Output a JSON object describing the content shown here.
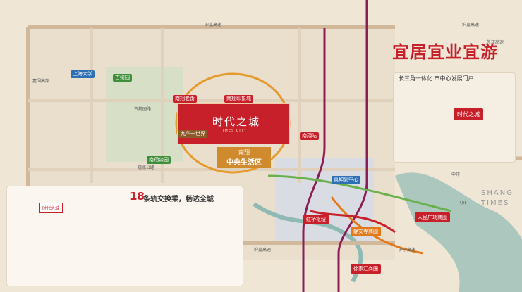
{
  "center": {
    "name": "时代之城",
    "sub": "TIMES CITY"
  },
  "zone": {
    "line1": "南翔",
    "line2": "中央生活区"
  },
  "slogan": "宜居宜业宜游",
  "inset": {
    "title": "长三角一体化 市中心发展门户",
    "card": "时代之城"
  },
  "legend": {
    "number": "18",
    "text": "条轨交换乘，畅达全城",
    "logo": "时代之城"
  },
  "watermark": {
    "line1": "SHANG",
    "line2": "TIMES"
  },
  "roads": {
    "top": "沪嘉高速",
    "top_right": "沪嘉高速",
    "left": "嘉闵高架",
    "mid": "古猗园路",
    "lower": "蕴北公路",
    "bottom": "沪嘉高速",
    "right_bottom": "沪宁高速",
    "far_right": "外环高速",
    "mid_right": "中环",
    "right_side": "内环"
  },
  "tags": {
    "tag1": "南翔老街",
    "tag2": "南翔印象城",
    "tag3": "九华一世界",
    "tag4": "南翔公园",
    "tag5": "南翔站",
    "tag6": "虹桥枢纽",
    "tag7": "静安寺商圈",
    "tag8": "徐家汇商圈",
    "tag9": "人民广场商圈",
    "tag10": "真如副中心",
    "tag11": "古猗园",
    "tag12": "上海大学"
  },
  "colors": {
    "brand_red": "#c8202a",
    "zone_orange": "#d08a2e",
    "rail_green": "#3f8f3a",
    "bg": "#efe6d6"
  }
}
